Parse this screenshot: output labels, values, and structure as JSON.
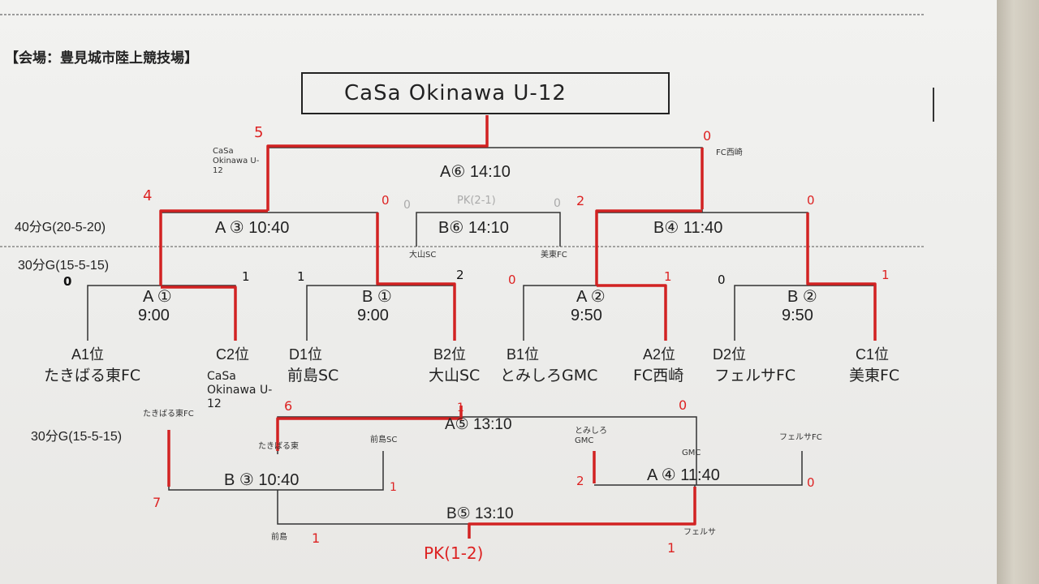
{
  "venue": "【会場：豊見城市陸上競技場】",
  "champion": "CaSa Okinawa U-12",
  "rows": {
    "g40": "40分G(20-5-20)",
    "g30_top": "30分G(15-5-15)",
    "g30_bottom": "30分G(15-5-15)"
  },
  "matches": {
    "a6": "A⑥ 14:10",
    "a3": "A ③ 10:40",
    "b6": "B⑥ 14:10",
    "b4": "B④ 11:40",
    "a1": "A ①",
    "a1_time": "9:00",
    "b1": "B ①",
    "b1_time": "9:00",
    "a2": "A ②",
    "a2_time": "9:50",
    "b2": "B ②",
    "b2_time": "9:50",
    "a5": "A⑤ 13:10",
    "b3": "B ③ 10:40",
    "a4": "A ④ 11:40",
    "b5": "B⑤ 13:10"
  },
  "seeds": [
    {
      "rank": "A1位",
      "team": "たきばる東FC"
    },
    {
      "rank": "C2位",
      "team": "CaSa Okinawa U-12"
    },
    {
      "rank": "D1位",
      "team": "前島SC"
    },
    {
      "rank": "B2位",
      "team": "大山SC"
    },
    {
      "rank": "B1位",
      "team": "とみしろGMC"
    },
    {
      "rank": "A2位",
      "team": "FC西崎"
    },
    {
      "rank": "D2位",
      "team": "フェルサFC"
    },
    {
      "rank": "C1位",
      "team": "美東FC"
    }
  ],
  "scores": {
    "a6_left": "5",
    "a6_right": "0",
    "a3_left": "4",
    "a3_right": "0",
    "b6_left": "0",
    "b6_right": "0",
    "b6_pk": "PK(2-1)",
    "b4_left": "2",
    "b4_right": "0",
    "a1_left": "0",
    "a1_right": "1",
    "b1_left": "1",
    "b1_right": "2",
    "a2_left": "0",
    "a2_right": "1",
    "b2_left": "0",
    "b2_right": "1",
    "a5_left": "6",
    "a5_mid": "1",
    "a5_right": "0",
    "b3_left": "7",
    "b3_right": "1",
    "a4_left": "2",
    "a4_right": "0",
    "b5_left": "1",
    "b5_right": "1",
    "b5_pk": "PK(1-2)"
  },
  "notes": {
    "a6_left_team": "CaSa Okinawa U-12",
    "a6_right_team": "FC西崎",
    "b6_left_team": "大山SC",
    "b6_right_team": "美東FC",
    "b3_top_left": "たきばる東FC",
    "a5_left_team": "たきばる東",
    "a5_mid_team": "前島SC",
    "a4_left_team": "とみしろGMC",
    "a4_mid_team": "GMC",
    "a4_right_team": "フェルサFC",
    "b5_left_team": "前島",
    "b5_right_team": "フェルサ"
  },
  "colors": {
    "winner_line": "#d22222",
    "bracket_line": "#333333",
    "paper": "#efefed"
  }
}
